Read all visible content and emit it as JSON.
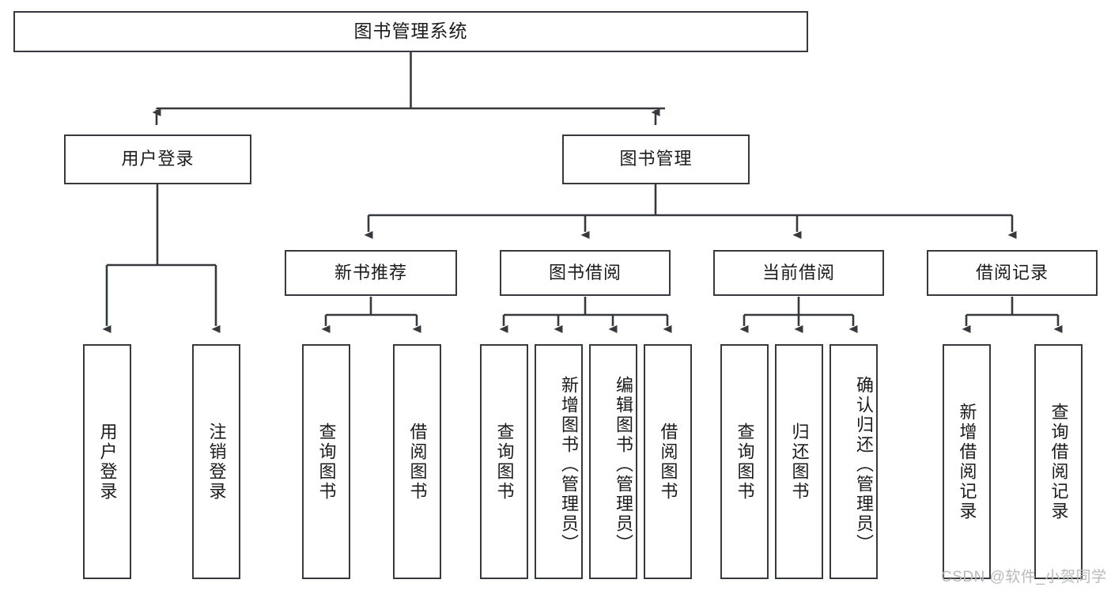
{
  "diagram": {
    "title": "图书管理系统",
    "type": "tree-hierarchy",
    "root": {
      "label": "图书管理系统"
    },
    "level2": [
      {
        "label": "用户登录"
      },
      {
        "label": "图书管理"
      }
    ],
    "level3": [
      {
        "label": "新书推荐"
      },
      {
        "label": "图书借阅"
      },
      {
        "label": "当前借阅"
      },
      {
        "label": "借阅记录"
      }
    ],
    "leaves": {
      "user_login": [
        {
          "label": "用户登录"
        },
        {
          "label": "注销登录"
        }
      ],
      "new_book_recommend": [
        {
          "label": "查询图书"
        },
        {
          "label": "借阅图书"
        }
      ],
      "book_borrow": [
        {
          "label": "查询图书"
        },
        {
          "label": "新增图书（管理员）"
        },
        {
          "label": "编辑图书（管理员）"
        },
        {
          "label": "借阅图书"
        }
      ],
      "current_borrow": [
        {
          "label": "查询图书"
        },
        {
          "label": "归还图书"
        },
        {
          "label": "确认归还（管理员）"
        }
      ],
      "borrow_record": [
        {
          "label": "新增借阅记录"
        },
        {
          "label": "查询借阅记录"
        }
      ]
    }
  },
  "watermark": {
    "text": "CSDN @软件_小贺同学"
  },
  "colors": {
    "stroke": "#36393d",
    "box_fill": "#ffffff",
    "text": "#1b1b1b",
    "watermark": "#b9b9b9",
    "background": "#ffffff"
  }
}
